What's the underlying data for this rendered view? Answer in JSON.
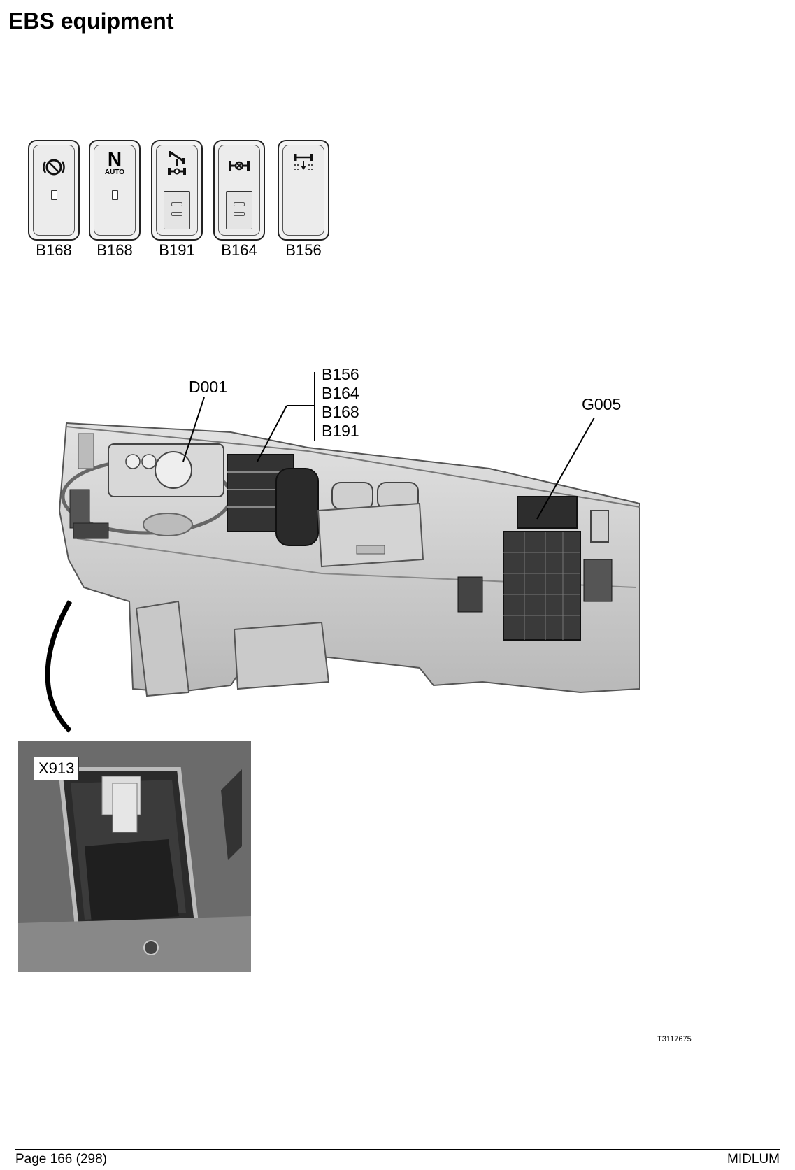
{
  "page": {
    "title": "EBS equipment",
    "image_code": "T3117675",
    "page_number": "Page 166 (298)",
    "vehicle": "MIDLUM"
  },
  "switches": [
    {
      "label": "B168",
      "icon": "brake-circle-icon",
      "type": "led"
    },
    {
      "label": "B168",
      "icon": "neutral-auto-icon",
      "type": "led",
      "symbol_top": "N",
      "symbol_bottom": "AUTO"
    },
    {
      "label": "B191",
      "icon": "axle-lift-icon",
      "type": "rocker"
    },
    {
      "label": "B164",
      "icon": "axle-diff-lock-icon",
      "type": "rocker"
    },
    {
      "label": "B156",
      "icon": "axle-load-icon",
      "type": "plain"
    }
  ],
  "callouts": {
    "d001": "D001",
    "switch_group": [
      "B156",
      "B164",
      "B168",
      "B191"
    ],
    "g005": "G005",
    "x913": "X913"
  }
}
